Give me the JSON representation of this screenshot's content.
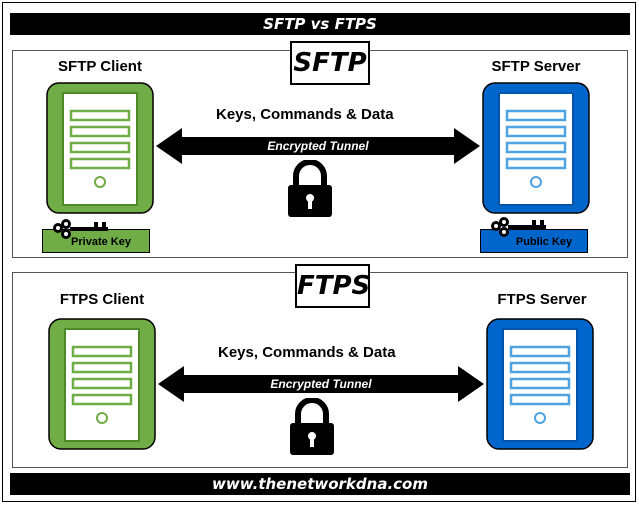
{
  "title": "SFTP vs FTPS",
  "footer": "www.thenetworkdna.com",
  "sftp": {
    "tag": "SFTP",
    "client_label": "SFTP Client",
    "server_label": "SFTP Server",
    "flow_label": "Keys, Commands & Data",
    "tunnel_label": "Encrypted Tunnel",
    "client_key": "Private Key",
    "server_key": "Public Key"
  },
  "ftps": {
    "tag": "FTPS",
    "client_label": "FTPS Client",
    "server_label": "FTPS Server",
    "flow_label": "Keys, Commands & Data",
    "tunnel_label": "Encrypted Tunnel"
  },
  "colors": {
    "client_green": "#70ad47",
    "server_blue": "#0066cc",
    "server_light_blue": "#4fa3e0"
  }
}
